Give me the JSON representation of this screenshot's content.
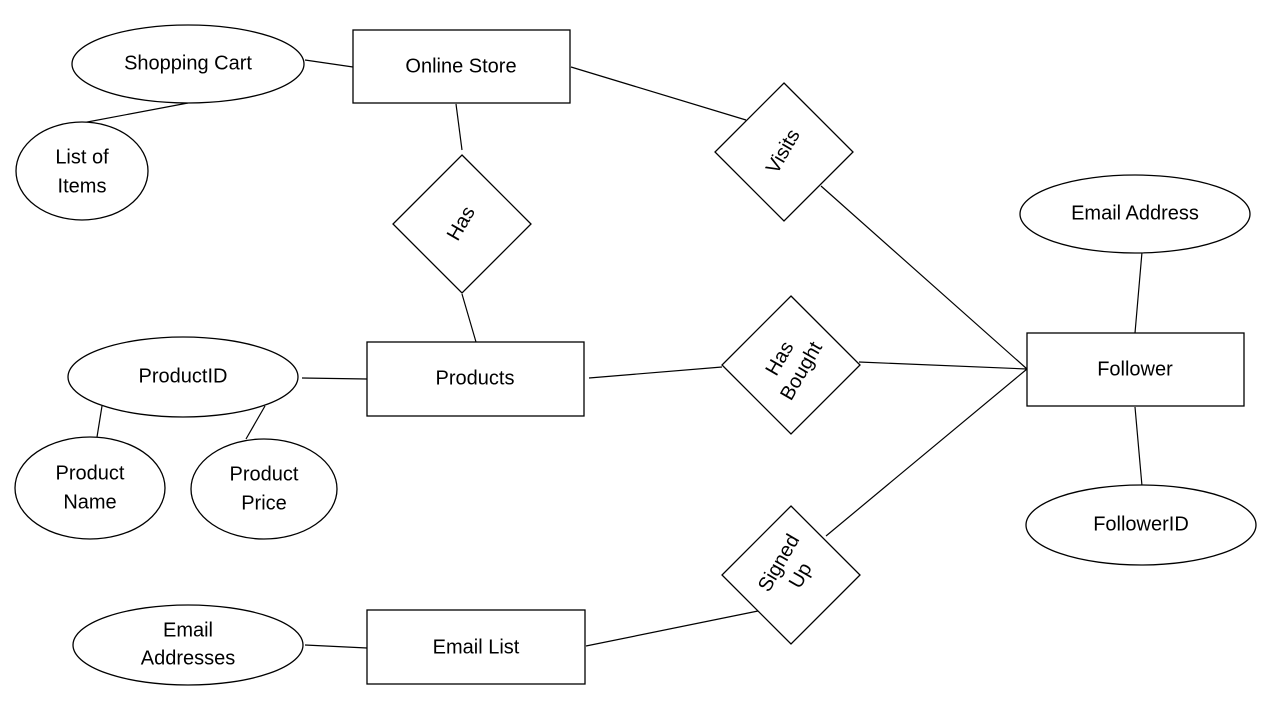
{
  "diagram": {
    "type": "entity-relationship",
    "entities": {
      "online_store": "Online Store",
      "products": "Products",
      "email_list": "Email List",
      "follower": "Follower"
    },
    "relationships": {
      "has": "Has",
      "visits": "Visits",
      "has_bought": [
        "Has",
        "Bought"
      ],
      "signed_up": [
        "Signed",
        "Up"
      ]
    },
    "attributes": {
      "shopping_cart": "Shopping Cart",
      "list_of_items": [
        "List of",
        "Items"
      ],
      "product_id": "ProductID",
      "product_name": [
        "Product",
        "Name"
      ],
      "product_price": [
        "Product",
        "Price"
      ],
      "email_addresses": [
        "Email",
        "Addresses"
      ],
      "email_address": "Email Address",
      "follower_id": "FollowerID"
    },
    "connections": [
      [
        "shopping_cart",
        "online_store"
      ],
      [
        "shopping_cart",
        "list_of_items"
      ],
      [
        "online_store",
        "has"
      ],
      [
        "has",
        "products"
      ],
      [
        "online_store",
        "visits"
      ],
      [
        "visits",
        "follower"
      ],
      [
        "product_id",
        "products"
      ],
      [
        "product_id",
        "product_name"
      ],
      [
        "product_id",
        "product_price"
      ],
      [
        "products",
        "has_bought"
      ],
      [
        "has_bought",
        "follower"
      ],
      [
        "email_addresses",
        "email_list"
      ],
      [
        "email_list",
        "signed_up"
      ],
      [
        "signed_up",
        "follower"
      ],
      [
        "email_address",
        "follower"
      ],
      [
        "follower",
        "follower_id"
      ]
    ]
  }
}
